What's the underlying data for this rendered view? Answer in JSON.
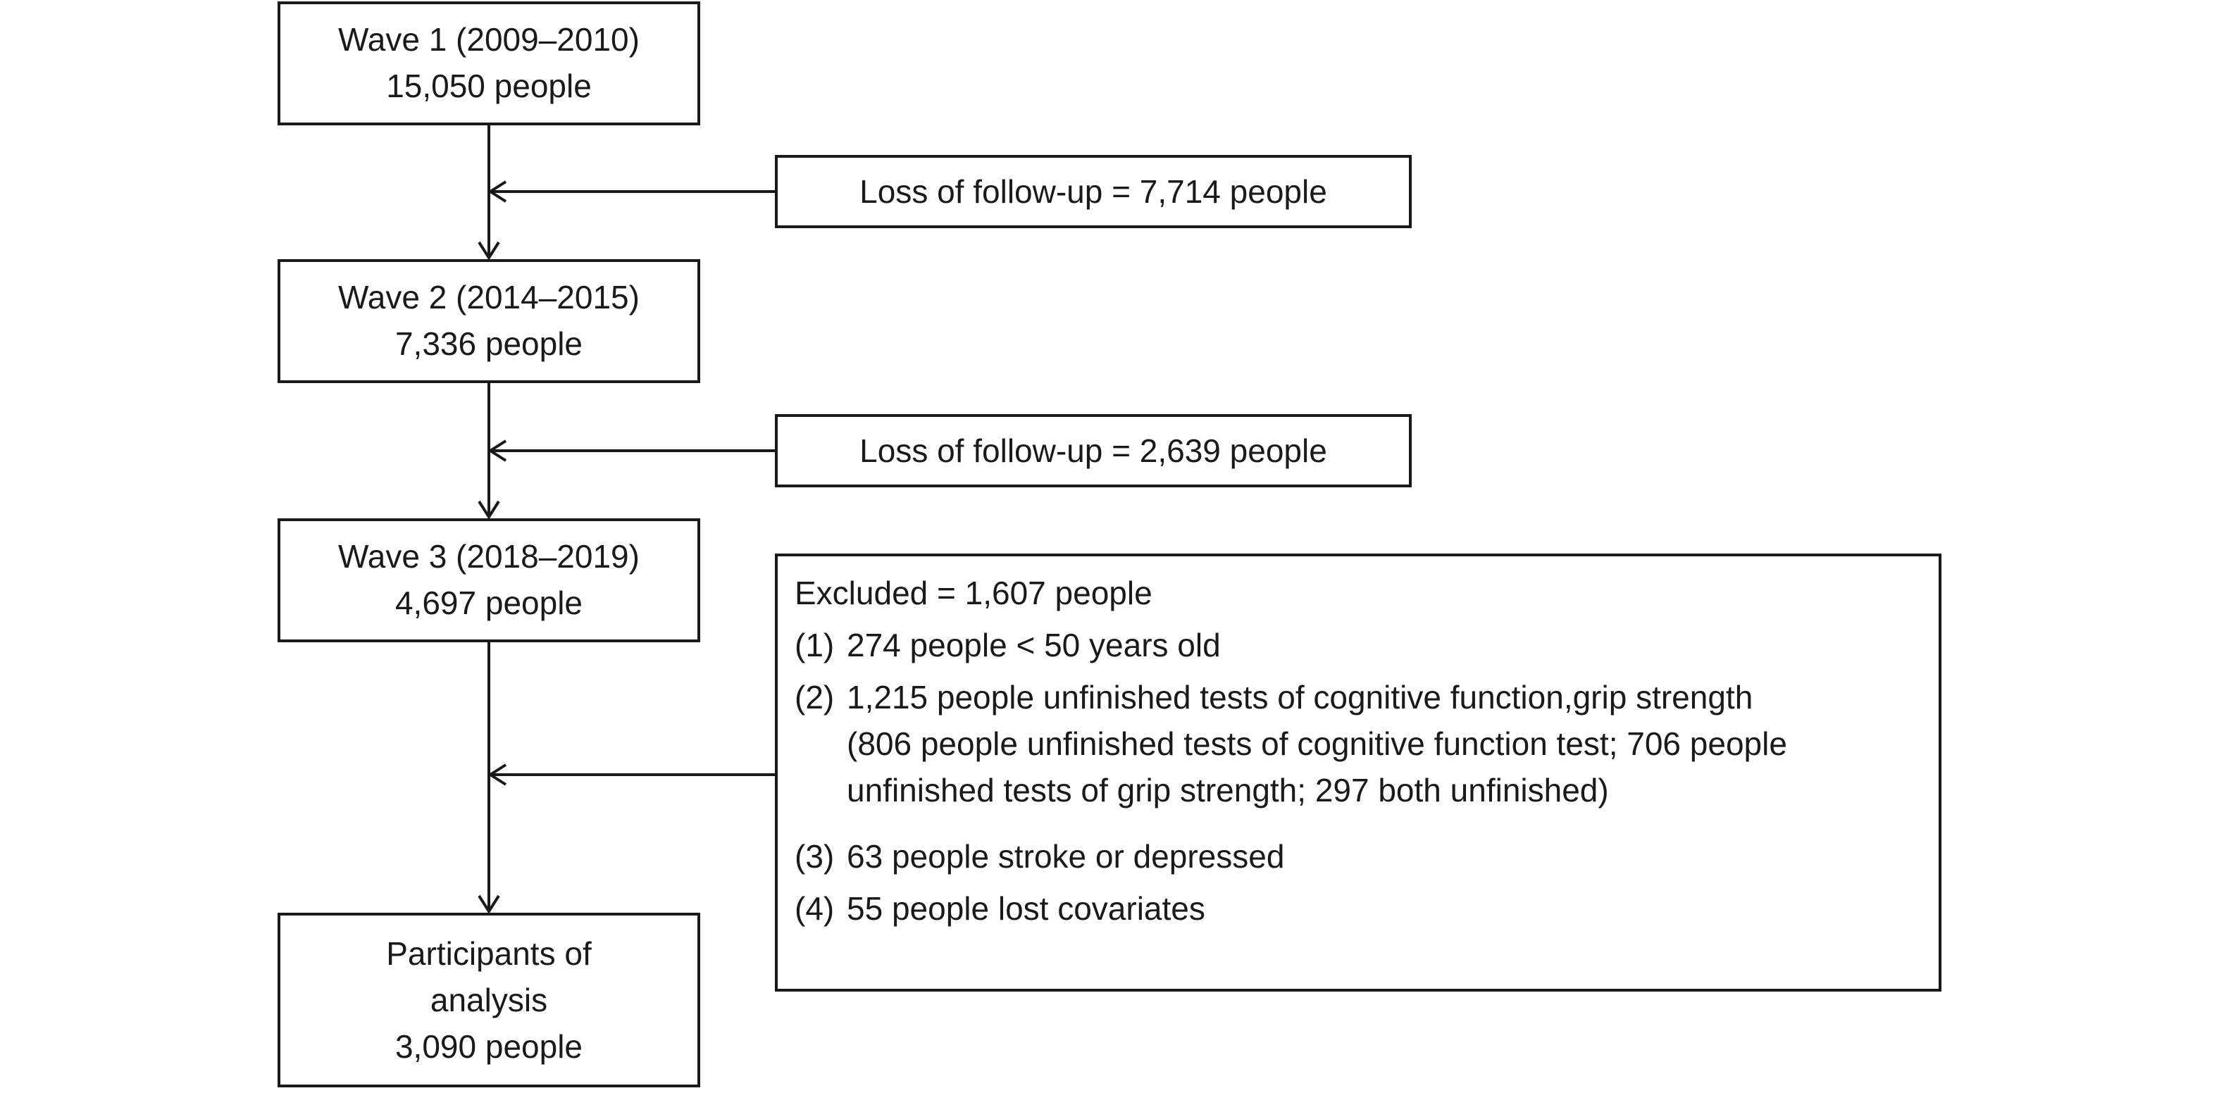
{
  "waves": [
    {
      "line1": "Wave 1 (2009–2010)",
      "line2": "15,050 people"
    },
    {
      "line1": "Wave 2 (2014–2015)",
      "line2": "7,336 people"
    },
    {
      "line1": "Wave 3 (2018–2019)",
      "line2": "4,697 people"
    }
  ],
  "final": {
    "line1": "Participants of",
    "line2": "analysis",
    "line3": "3,090 people"
  },
  "losses": [
    {
      "text": "Loss of follow-up = 7,714 people"
    },
    {
      "text": "Loss of follow-up = 2,639 people"
    }
  ],
  "exclusion": {
    "title": "Excluded = 1,607 people",
    "items": [
      {
        "num": "(1)",
        "text": "274 people < 50 years old"
      },
      {
        "num": "(2)",
        "text": "1,215 people unfinished tests of cognitive function,grip strength (806 people unfinished tests of cognitive function test; 706 people unfinished tests of grip strength; 297 both unfinished)"
      },
      {
        "num": "(3)",
        "text": "63 people stroke or depressed"
      },
      {
        "num": "(4)",
        "text": "55 people lost covariates"
      }
    ]
  }
}
